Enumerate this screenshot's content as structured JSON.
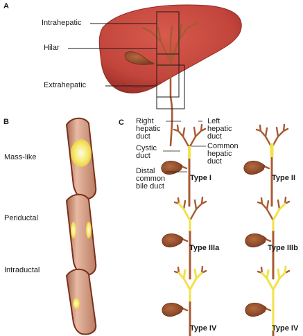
{
  "panels": {
    "a": "A",
    "b": "B",
    "c": "C"
  },
  "liver_labels": {
    "intrahepatic": "Intrahepatic",
    "hilar": "Hilar",
    "extrahepatic": "Extrahepatic"
  },
  "growth_patterns": {
    "mass_like": "Mass-like",
    "periductal": "Periductal",
    "intraductal": "Intraductal"
  },
  "anatomy_labels": {
    "right_hepatic_duct": [
      "Right",
      "hepatic",
      "duct"
    ],
    "left_hepatic_duct": [
      "Left",
      "hepatic",
      "duct"
    ],
    "cystic_duct": [
      "Cystic",
      "duct"
    ],
    "common_hepatic_duct": [
      "Common",
      "hepatic",
      "duct"
    ],
    "distal_common_bile_duct": [
      "Distal",
      "common",
      "bile duct"
    ]
  },
  "types": {
    "type_1": "Type I",
    "type_2": "Type II",
    "type_3a": "Type IIIa",
    "type_3b": "Type IIIb",
    "type_4a": "Type IV",
    "type_4b": "Type IV"
  },
  "colors": {
    "liver": "#c2453c",
    "liver_dark": "#8e2a22",
    "duct": "#a85a32",
    "gallbladder": "#8a3f24",
    "tumor": "#f2e24a",
    "duct_wall": "#d9a38c",
    "duct_outline": "#7a2f1a"
  }
}
